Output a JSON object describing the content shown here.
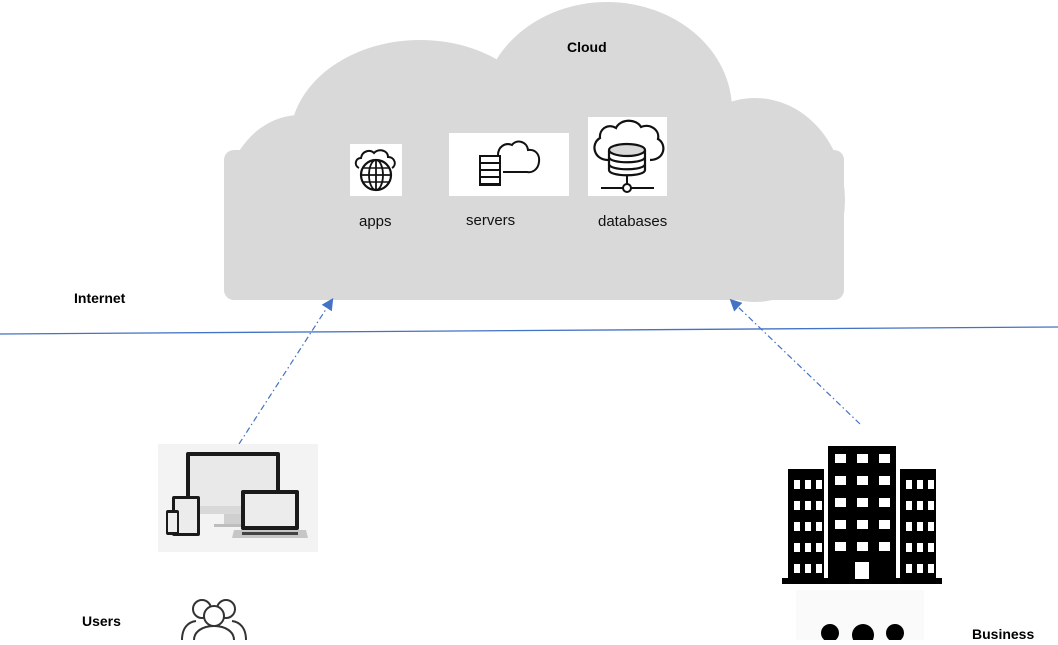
{
  "diagram": {
    "cloud": {
      "title": "Cloud",
      "fill_color": "#d9d9d9",
      "items": [
        {
          "label": "apps",
          "icon": "globe-cloud-icon"
        },
        {
          "label": "servers",
          "icon": "server-cloud-icon"
        },
        {
          "label": "databases",
          "icon": "database-cloud-icon"
        }
      ]
    },
    "internet": {
      "label": "Internet",
      "line_color": "#4472c4"
    },
    "users": {
      "label": "Users",
      "devices_icon": "devices-icon",
      "people_icon": "users-group-icon"
    },
    "business": {
      "label": "Business",
      "building_icon": "office-buildings-icon",
      "more_icon": "ellipsis-icon"
    },
    "connections": [
      {
        "from": "users",
        "to": "cloud",
        "style": "dash-dot",
        "color": "#4472c4"
      },
      {
        "from": "business",
        "to": "cloud",
        "style": "dash-dot",
        "color": "#4472c4"
      }
    ]
  }
}
